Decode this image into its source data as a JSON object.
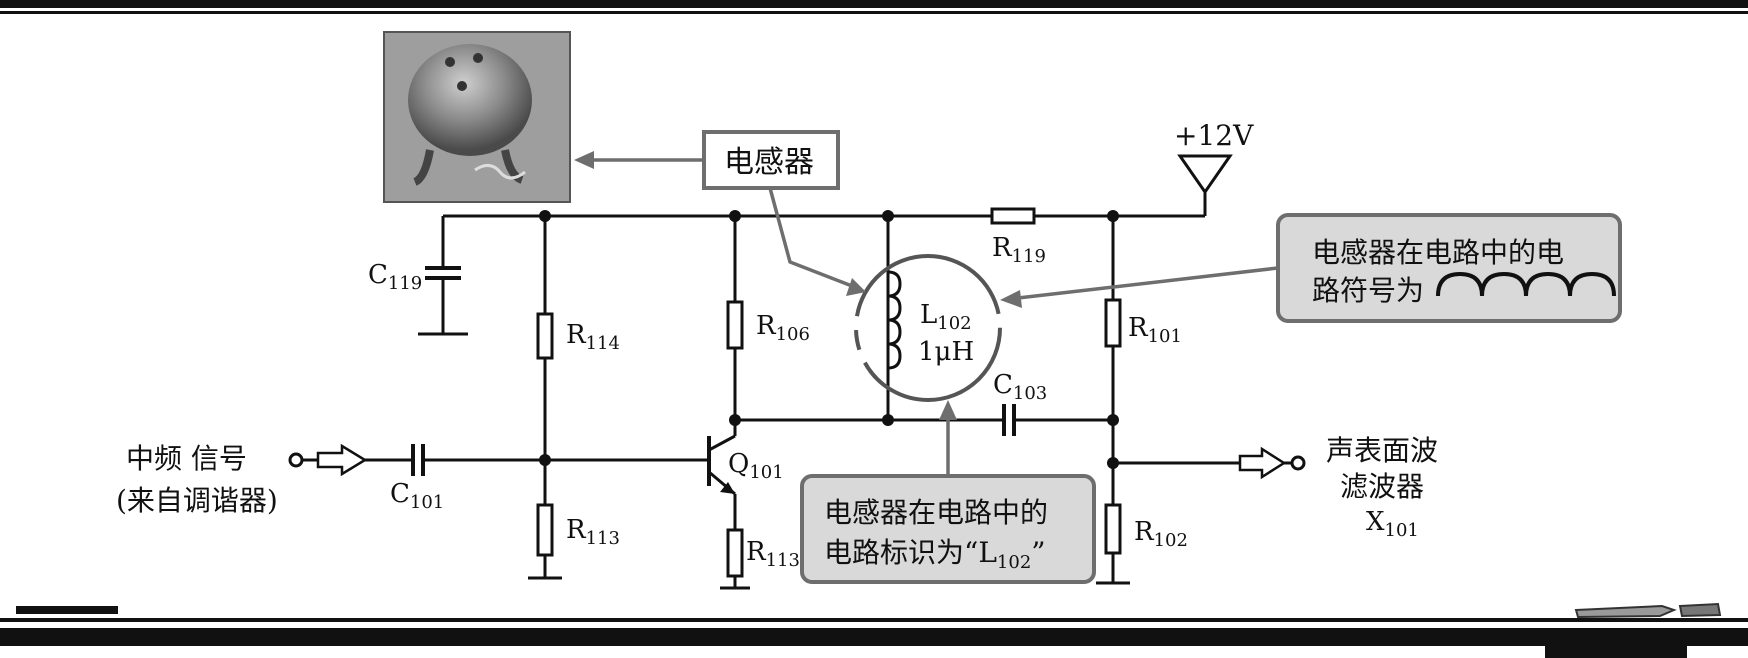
{
  "labels": {
    "inductor_tag": "电感器",
    "symbol_note": "电感器在电路中的电路符号为",
    "symbol_note_line1": "电感器在电路中的电",
    "symbol_note_line2": "路符号为",
    "id_note_line1": "电感器在电路中的",
    "id_note_line2_prefix": "电路标识为“L",
    "id_note_sub": "102",
    "id_note_suffix": "”",
    "input_line1": "中频 信号",
    "input_line2": "(来自调谐器)",
    "output_line1": "声表面波",
    "output_line2": "滤波器",
    "output_ref": "X",
    "output_ref_sub": "101",
    "supply": "+12V",
    "inductor_value": "1μH"
  },
  "components": {
    "C119": {
      "letter": "C",
      "sub": "119"
    },
    "R114": {
      "letter": "R",
      "sub": "114"
    },
    "R113a": {
      "letter": "R",
      "sub": "113"
    },
    "R106": {
      "letter": "R",
      "sub": "106"
    },
    "R113b": {
      "letter": "R",
      "sub": "113"
    },
    "L102": {
      "letter": "L",
      "sub": "102"
    },
    "R119": {
      "letter": "R",
      "sub": "119"
    },
    "R101": {
      "letter": "R",
      "sub": "101"
    },
    "R102": {
      "letter": "R",
      "sub": "102"
    },
    "C103": {
      "letter": "C",
      "sub": "103"
    },
    "C101": {
      "letter": "C",
      "sub": "101"
    },
    "Q101": {
      "letter": "Q",
      "sub": "101"
    }
  },
  "colors": {
    "callout_fill": "#d9d9d9",
    "callout_stroke": "#6e6e6e",
    "ink": "#111111"
  }
}
